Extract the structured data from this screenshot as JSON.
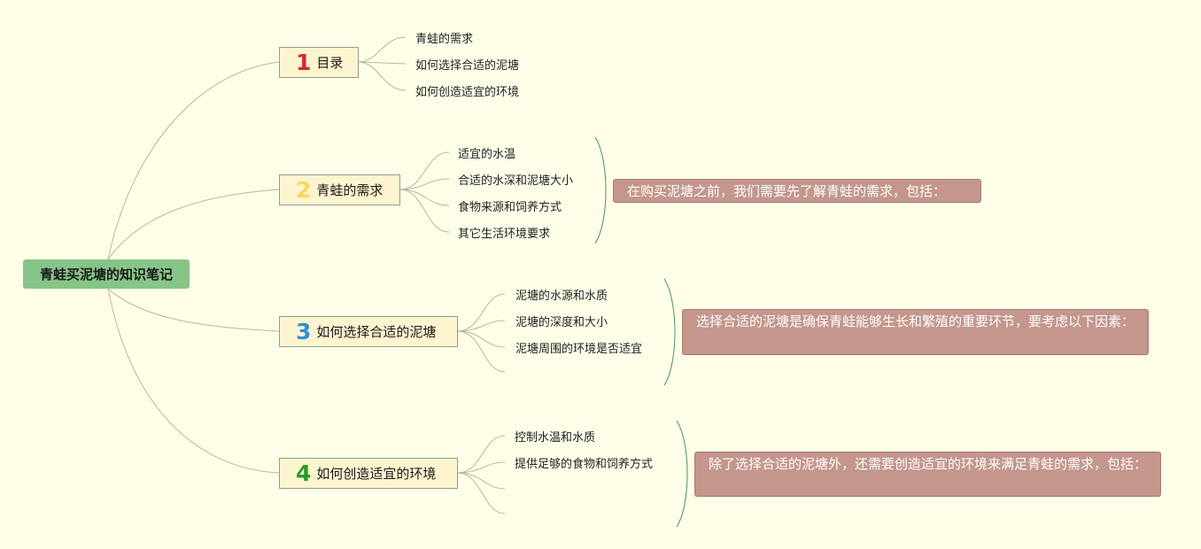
{
  "root": {
    "label": "青蛙买泥塘的知识笔记"
  },
  "branches": [
    {
      "number": "1",
      "label": "目录",
      "color": "#d8282e",
      "children": [
        "青蛙的需求",
        "如何选择合适的泥塘",
        "如何创造适宜的环境"
      ]
    },
    {
      "number": "2",
      "label": "青蛙的需求",
      "color": "#f7d862",
      "children": [
        "适宜的水温",
        "合适的水深和泥塘大小",
        "食物来源和饲养方式",
        "其它生活环境要求"
      ],
      "note": "在购买泥塘之前，我们需要先了解青蛙的需求，包括："
    },
    {
      "number": "3",
      "label": "如何选择合适的泥塘",
      "color": "#2f8fd6",
      "children": [
        "泥塘的水源和水质",
        "泥塘的深度和大小",
        "泥塘周围的环境是否适宜",
        ""
      ],
      "note": "选择合适的泥塘是确保青蛙能够生长和繁殖的重要环节，要考虑以下因素："
    },
    {
      "number": "4",
      "label": "如何创造适宜的环境",
      "color": "#2a9a2a",
      "children": [
        "控制水温和水质",
        "提供足够的食物和饲养方式",
        "",
        ""
      ],
      "note": "除了选择合适的泥塘外，还需要创造适宜的环境来满足青蛙的需求，包括："
    }
  ]
}
